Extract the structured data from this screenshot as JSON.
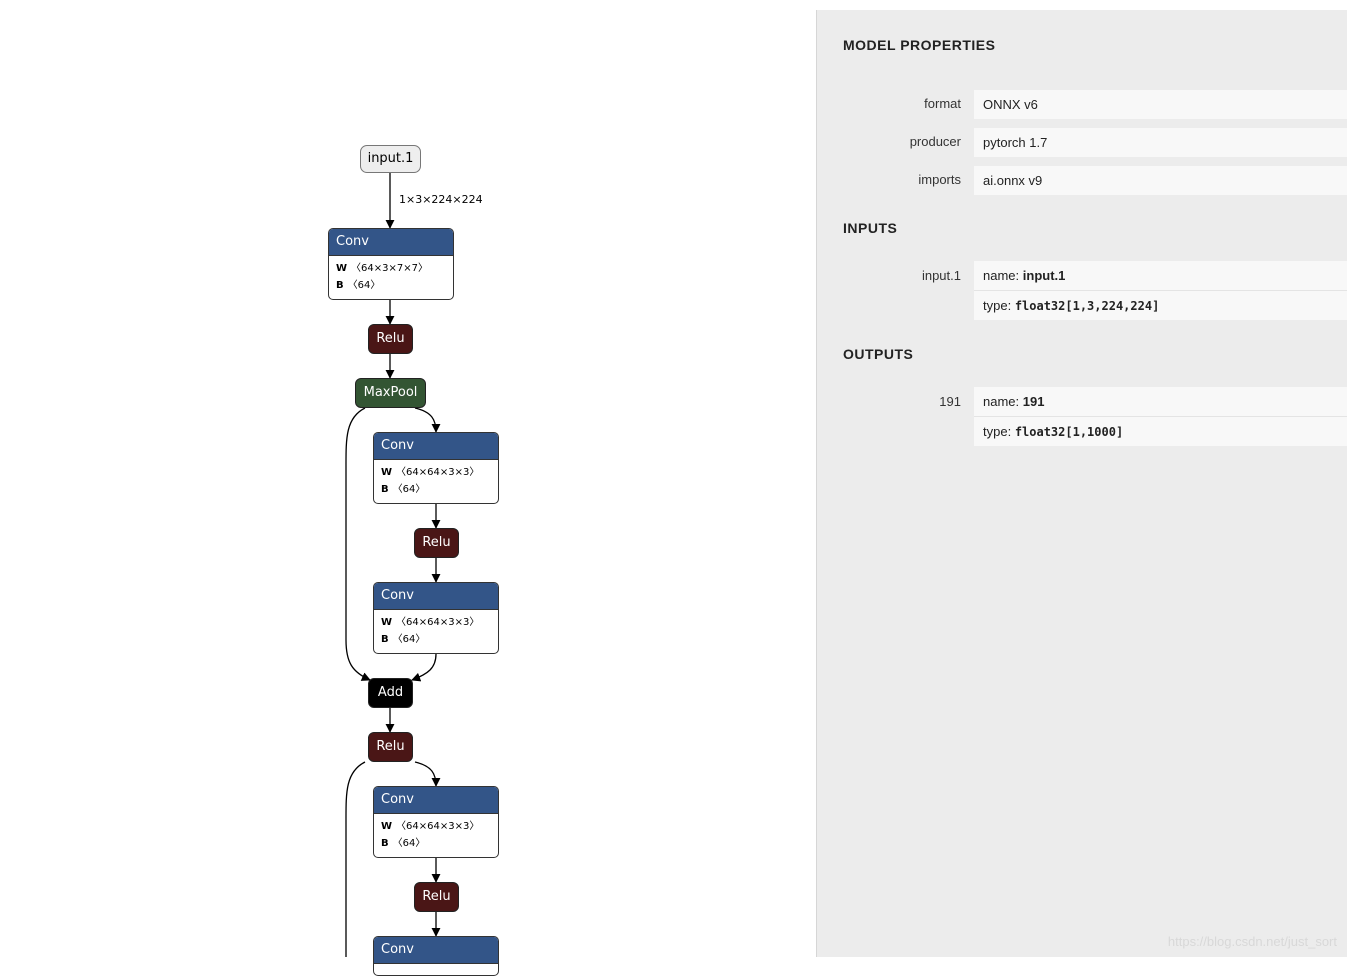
{
  "graph": {
    "input_label": "input.1",
    "input_edge_label": "1×3×224×224",
    "conv1": {
      "title": "Conv",
      "w_label": "W",
      "w_shape": "〈64×3×7×7〉",
      "b_label": "B",
      "b_shape": "〈64〉"
    },
    "relu1": "Relu",
    "maxpool": "MaxPool",
    "conv2": {
      "title": "Conv",
      "w_label": "W",
      "w_shape": "〈64×64×3×3〉",
      "b_label": "B",
      "b_shape": "〈64〉"
    },
    "relu2": "Relu",
    "conv3": {
      "title": "Conv",
      "w_label": "W",
      "w_shape": "〈64×64×3×3〉",
      "b_label": "B",
      "b_shape": "〈64〉"
    },
    "add": "Add",
    "relu3": "Relu",
    "conv4": {
      "title": "Conv",
      "w_label": "W",
      "w_shape": "〈64×64×3×3〉",
      "b_label": "B",
      "b_shape": "〈64〉"
    },
    "relu4": "Relu",
    "conv5": {
      "title": "Conv"
    }
  },
  "properties": {
    "title": "MODEL PROPERTIES",
    "format_label": "format",
    "format_value": "ONNX v6",
    "producer_label": "producer",
    "producer_value": "pytorch 1.7",
    "imports_label": "imports",
    "imports_value": "ai.onnx v9",
    "inputs_title": "INPUTS",
    "input_label": "input.1",
    "input_name_prefix": "name:",
    "input_name": "input.1",
    "input_type_prefix": "type:",
    "input_type": "float32[1,3,224,224]",
    "outputs_title": "OUTPUTS",
    "output_label": "191",
    "output_name_prefix": "name:",
    "output_name": "191",
    "output_type_prefix": "type:",
    "output_type": "float32[1,1000]"
  },
  "watermark": "https://blog.csdn.net/just_sort",
  "colors": {
    "conv": "#335588",
    "relu": "#4a1616",
    "maxpool": "#335533",
    "add": "#000000",
    "panel_bg": "#ececec"
  }
}
